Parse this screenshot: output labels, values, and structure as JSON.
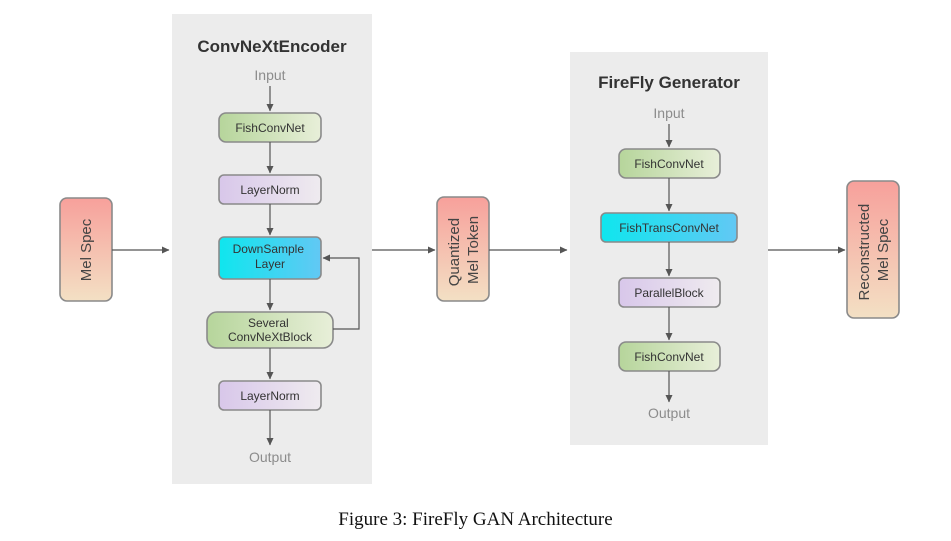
{
  "encoder": {
    "title": "ConvNeXtEncoder",
    "input": "Input",
    "output": "Output",
    "blocks": [
      "FishConvNet",
      "LayerNorm",
      "DownSample Layer",
      "Several ConvNeXtBlock",
      "LayerNorm"
    ]
  },
  "generator": {
    "title": "FireFly Generator",
    "input": "Input",
    "output": "Output",
    "blocks": [
      "FishConvNet",
      "FishTransConvNet",
      "ParallelBlock",
      "FishConvNet"
    ]
  },
  "mel_spec": "Mel Spec",
  "quantized_token": [
    "Quantized",
    "Mel Token"
  ],
  "reconstructed": [
    "Reconstructed",
    "Mel Spec"
  ],
  "caption": "Figure 3: FireFly GAN Architecture",
  "colors": {
    "green_block": "#c6ddb0",
    "lavender_block": "#ddd2ea",
    "cyan_block": "#1fdcf2",
    "red_block": "#f6a8a0",
    "panel": "#ececec"
  }
}
